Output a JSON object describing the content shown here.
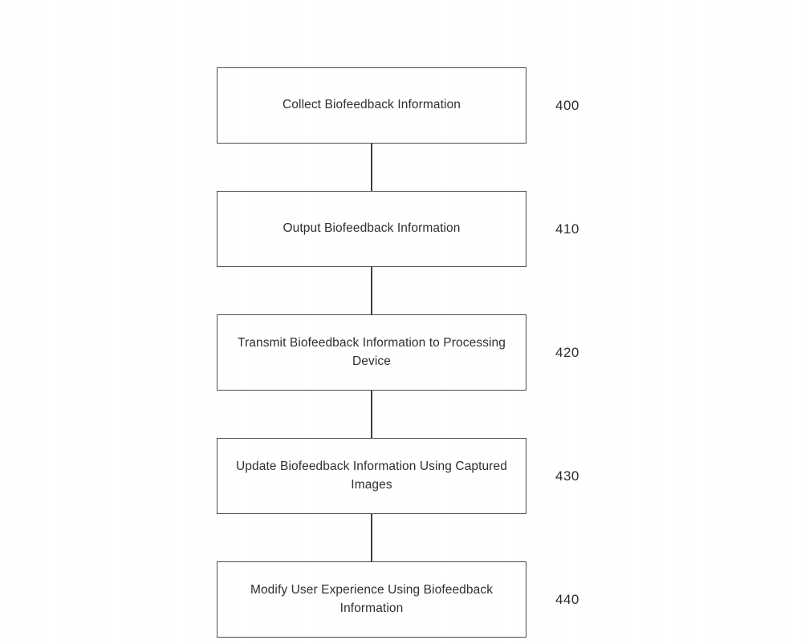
{
  "figure": {
    "background_color": "#ffffff",
    "line_color": "#4b4b4b",
    "text_color": "#2f2f2f"
  },
  "flowchart": {
    "steps": [
      {
        "label": "Collect Biofeedback Information",
        "ref": "400"
      },
      {
        "label": "Output Biofeedback Information",
        "ref": "410"
      },
      {
        "label": "Transmit Biofeedback Information to Processing Device",
        "ref": "420"
      },
      {
        "label": "Update Biofeedback Information Using Captured Images",
        "ref": "430"
      },
      {
        "label": "Modify User Experience Using Biofeedback Information",
        "ref": "440"
      }
    ]
  }
}
